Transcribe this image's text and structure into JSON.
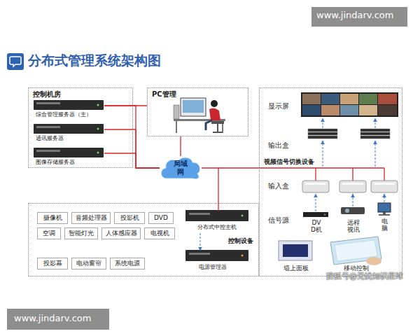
{
  "diagram": {
    "title": "分布式管理系统架构图",
    "nodes": [
      {
        "text": [
          "控制机房"
        ]
      },
      {
        "text": [
          "综合管理服务器（主）"
        ],
        "in": 0
      },
      {
        "text": [
          "通讯服务器"
        ],
        "in": 0
      },
      {
        "text": [
          "图像存储服务器"
        ],
        "in": 0
      },
      {
        "text": [
          "PC管理"
        ]
      },
      {
        "text": [
          "显示屏",
          "输出盒",
          "视频信号切换设备",
          "输入盒",
          "信号源"
        ]
      },
      {
        "text": [
          "DV D机"
        ],
        "in": 5
      },
      {
        "text": [
          "远程 视讯"
        ],
        "in": 5
      },
      {
        "text": [
          "电 脑"
        ],
        "in": 5
      },
      {
        "text": [
          "墙上面板"
        ],
        "in": 5
      },
      {
        "text": [
          "移动控制"
        ],
        "in": 5
      },
      {
        "text": [
          "局域 网"
        ]
      },
      {
        "text": [
          "控制设备"
        ]
      },
      {
        "text": [
          "摄像机"
        ],
        "in": 12
      },
      {
        "text": [
          "音频处理器"
        ],
        "in": 12
      },
      {
        "text": [
          "投影机"
        ],
        "in": 12
      },
      {
        "text": [
          "DVD"
        ],
        "in": 12
      },
      {
        "text": [
          "空调"
        ],
        "in": 12
      },
      {
        "text": [
          "智能灯光"
        ],
        "in": 12
      },
      {
        "text": [
          "人体感应器"
        ],
        "in": 12
      },
      {
        "text": [
          "电视机"
        ],
        "in": 12
      },
      {
        "text": [
          "投影幕"
        ],
        "in": 12
      },
      {
        "text": [
          "电动窗帘"
        ],
        "in": 12
      },
      {
        "text": [
          "系统电源"
        ],
        "in": 12
      },
      {
        "text": [
          "分布式中控主机"
        ],
        "in": 12
      },
      {
        "text": [
          "电源管理器"
        ],
        "in": 12
      }
    ],
    "edges": [
      {
        "from": 1,
        "to": 11,
        "arrow": "none"
      },
      {
        "from": 1,
        "to": 4,
        "arrow": "none"
      },
      {
        "from": 2,
        "to": 11,
        "arrow": "none"
      },
      {
        "from": 3,
        "to": 11,
        "arrow": "none"
      },
      {
        "from": 4,
        "to": 11,
        "arrow": "none"
      },
      {
        "from": 11,
        "to": 24,
        "arrow": "none"
      },
      {
        "from": 24,
        "to": 25,
        "arrow": "to"
      }
    ],
    "labels": [
      "www.jindarv.com",
      "搜狐号@无忧知识星球",
      "www.jindarv.com"
    ]
  }
}
